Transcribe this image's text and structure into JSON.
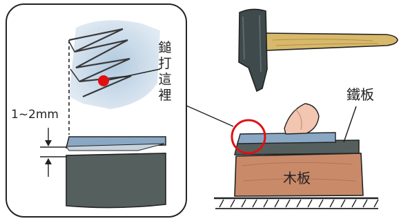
{
  "labels": {
    "hammer_here": "鎚打這裡",
    "gap": "1~2mm",
    "steel_plate": "鐵板",
    "wood_board": "木板"
  },
  "colors": {
    "outline": "#222222",
    "steel_blue": "#8aa8c4",
    "hammer_head": "#3f4a4c",
    "handle_wood": "#d8b86a",
    "wood_board": "#c98a6a",
    "highlight_red": "#e01010",
    "blade_grey": "#55605e"
  },
  "icons": [
    "hammer-icon",
    "plane-blade-icon",
    "steel-plate-icon",
    "wood-board-icon",
    "target-dot-icon",
    "highlight-circle-icon",
    "zoom-callout-icon"
  ]
}
